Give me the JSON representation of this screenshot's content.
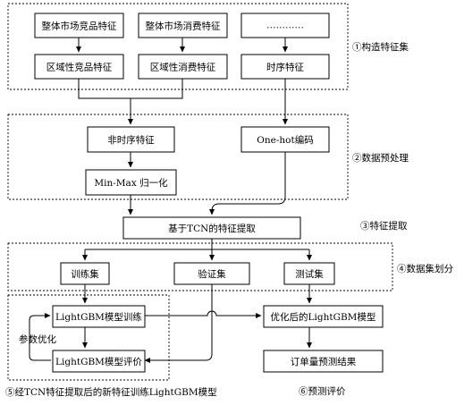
{
  "diagram": {
    "nodes": {
      "global_comp": "整体市场竞品特征",
      "global_cons": "整体市场消费特征",
      "ellipsis": "…………",
      "region_comp": "区域性竞品特征",
      "region_cons": "区域性消费特征",
      "timeseq": "时序特征",
      "non_timeseq": "非时序特征",
      "onehot": "One-hot编码",
      "minmax": "Min-Max 归一化",
      "tcn": "基于TCN的特征提取",
      "train": "训练集",
      "valid": "验证集",
      "test": "测试集",
      "lgb_train": "LightGBM模型训练",
      "lgb_eval": "LightGBM模型评价",
      "lgb_opt": "优化后的LightGBM模型",
      "forecast": "订单量预测结果"
    },
    "labels": {
      "param_opt": "参数优化"
    },
    "sections": {
      "s1": "①构造特征集",
      "s2": "②数据预处理",
      "s3": "③特征提取",
      "s4": "④数据集划分",
      "s5": "⑤经TCN特征提取后的新特征训练LightGBM模型",
      "s6": "⑥预测评价"
    }
  }
}
